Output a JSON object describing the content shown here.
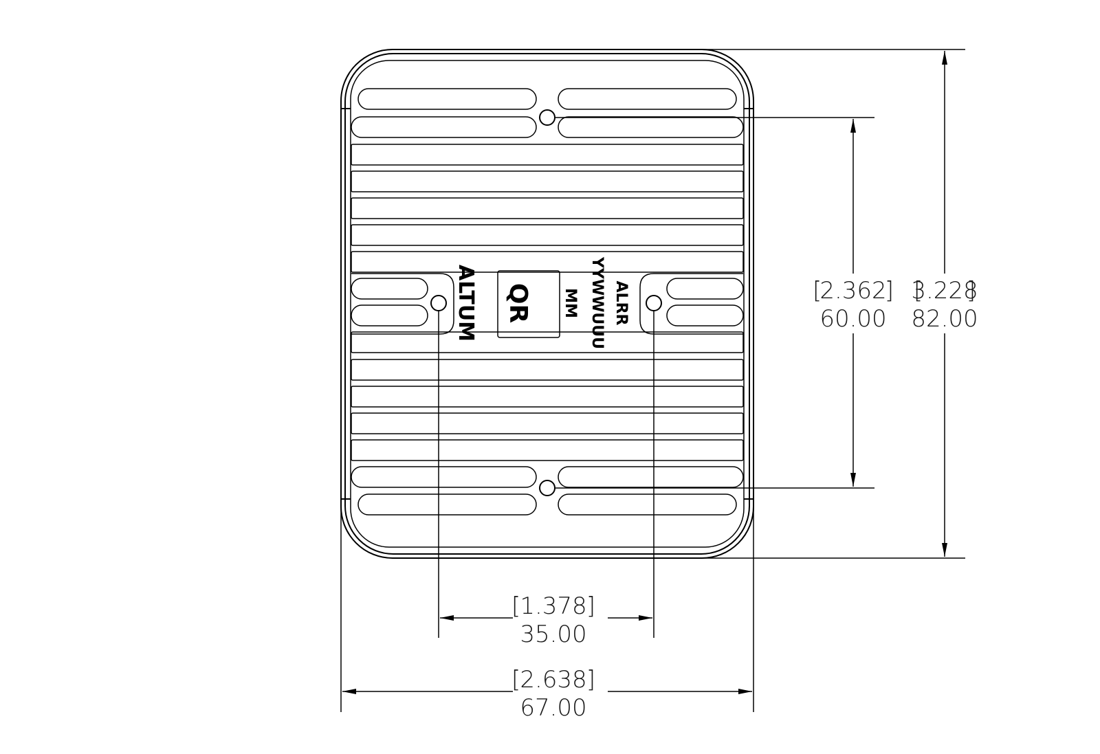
{
  "drawing": {
    "markings": {
      "brand": "ALTUM",
      "qr_label": "QR",
      "part_code": "ALRR",
      "date_code": "YYWWUUU",
      "month_code": "MM"
    },
    "dimensions": {
      "total_height": {
        "inch": "3.228",
        "mm": "82.00"
      },
      "hole_pitch_vertical": {
        "inch": "2.362",
        "mm": "60.00"
      },
      "hole_pitch_horizontal": {
        "inch": "1.378",
        "mm": "35.00"
      },
      "total_width": {
        "inch": "2.638",
        "mm": "67.00"
      }
    }
  }
}
